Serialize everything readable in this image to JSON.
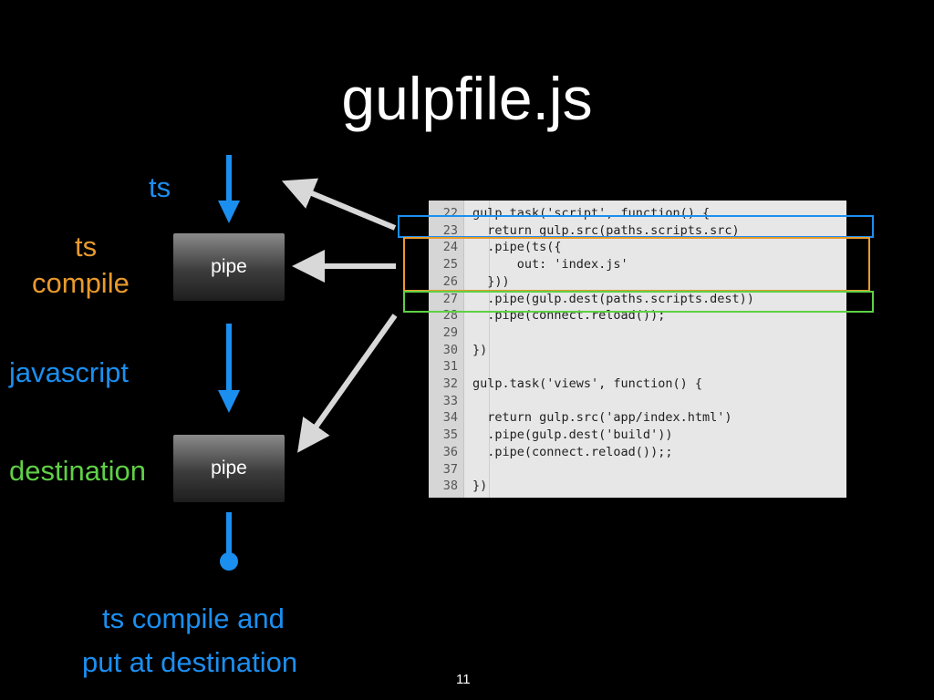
{
  "title": "gulpfile.js",
  "page_number": "11",
  "labels": {
    "ts": "ts",
    "ts_compile": [
      "ts",
      "compile"
    ],
    "javascript": "javascript",
    "destination": "destination",
    "footer": [
      "ts compile and",
      "put at destination"
    ]
  },
  "pipes": [
    "pipe",
    "pipe"
  ],
  "colors": {
    "blue": "#1b8ff0",
    "orange": "#e99a2d",
    "green": "#5fd046",
    "arrow_gray": "#d8d8d8"
  },
  "code": {
    "lines": [
      {
        "n": "22",
        "text": "gulp.task('script', function() {"
      },
      {
        "n": "23",
        "text": "  return gulp.src(paths.scripts.src)"
      },
      {
        "n": "24",
        "text": "  .pipe(ts({"
      },
      {
        "n": "25",
        "text": "      out: 'index.js'"
      },
      {
        "n": "26",
        "text": "  }))"
      },
      {
        "n": "27",
        "text": "  .pipe(gulp.dest(paths.scripts.dest))"
      },
      {
        "n": "28",
        "text": "  .pipe(connect.reload());"
      },
      {
        "n": "29",
        "text": ""
      },
      {
        "n": "30",
        "text": "})"
      },
      {
        "n": "31",
        "text": ""
      },
      {
        "n": "32",
        "text": "gulp.task('views', function() {"
      },
      {
        "n": "33",
        "text": ""
      },
      {
        "n": "34",
        "text": "  return gulp.src('app/index.html')"
      },
      {
        "n": "35",
        "text": "  .pipe(gulp.dest('build'))"
      },
      {
        "n": "36",
        "text": "  .pipe(connect.reload());;"
      },
      {
        "n": "37",
        "text": ""
      },
      {
        "n": "38",
        "text": "})"
      }
    ]
  }
}
